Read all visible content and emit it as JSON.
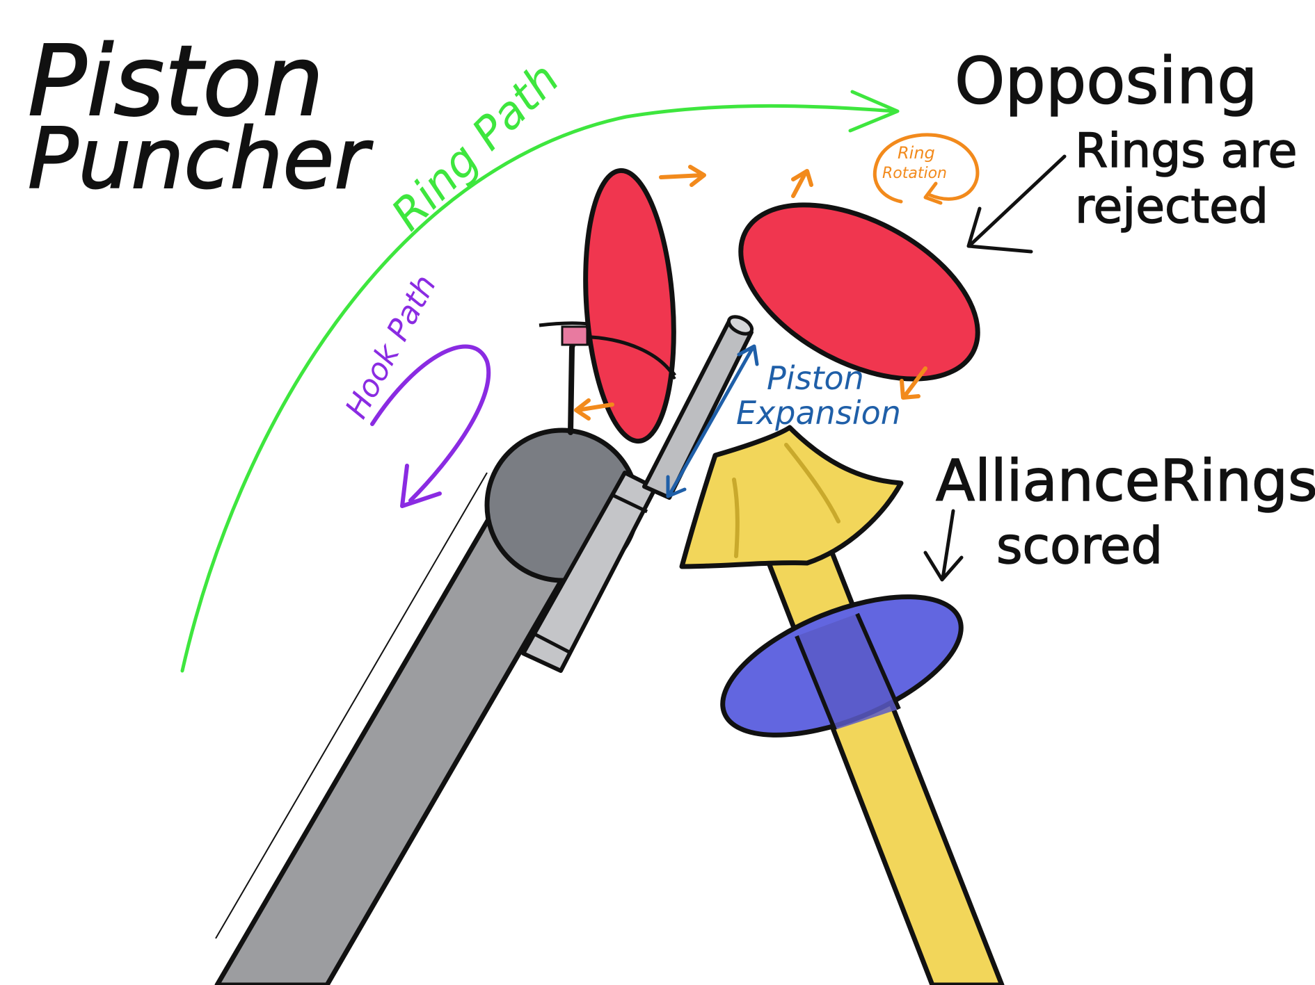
{
  "title": {
    "line1": "Piston",
    "line2": "Puncher"
  },
  "labels": {
    "ring_path": "Ring Path",
    "hook_path": "Hook Path",
    "ring_rotation_line1": "Ring",
    "ring_rotation_line2": "Rotation",
    "opposing_line1": "Opposing",
    "opposing_line2": "Rings are",
    "opposing_line3": "rejected",
    "piston_line1": "Piston",
    "piston_line2": "Expansion",
    "alliance_line1": "AllianceRings",
    "alliance_line2": "scored"
  },
  "colors": {
    "ink": "#111111",
    "ring_path": "#3ee63e",
    "hook_path": "#8a2be2",
    "rotation": "#f28a1c",
    "piston": "#1f5fa8",
    "opposing_ring": "#f0364f",
    "alliance_ring": "#6266e0",
    "goal_post": "#f2d65a",
    "arm_gray": "#9c9da0",
    "joint_gray": "#7a7d83",
    "piston_gray": "#c4c5c8",
    "hook_pink": "#e87aa0"
  },
  "icons": {
    "ring_path_arrow": "arrow-right-icon",
    "hook_path_arrow": "arrow-down-left-icon",
    "rotation_arrow": "circular-arrow-icon",
    "pointer_arrow": "arrow-down-left-icon",
    "piston_arrow": "double-arrow-icon"
  }
}
